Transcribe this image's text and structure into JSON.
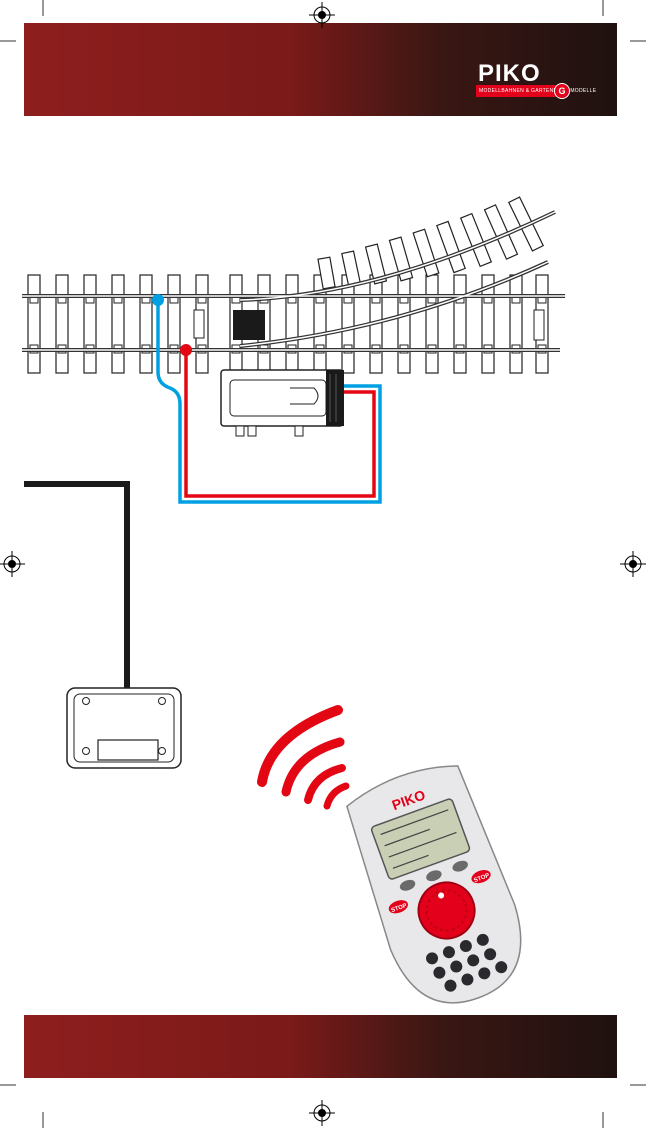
{
  "brand": {
    "logo_text": "PIKO",
    "tagline": "MODELLBAHNEN & GARTENBAHN MODELLE",
    "scale_badge": "G",
    "brand_red": "#e2001a",
    "band_red": "#8e1e1e",
    "band_dark": "#1f1110"
  },
  "wires": {
    "blue": "#00a0e3",
    "red": "#e30613",
    "dark": "#1a1a1a"
  },
  "handheld": {
    "logo_text": "PIKO",
    "stop_left": "STOP",
    "stop_right": "STOP",
    "display_color": "#c9cfb4",
    "knob_color": "#e2001a"
  },
  "icons": [
    "registration-mark-icon",
    "signal-waves-icon"
  ]
}
